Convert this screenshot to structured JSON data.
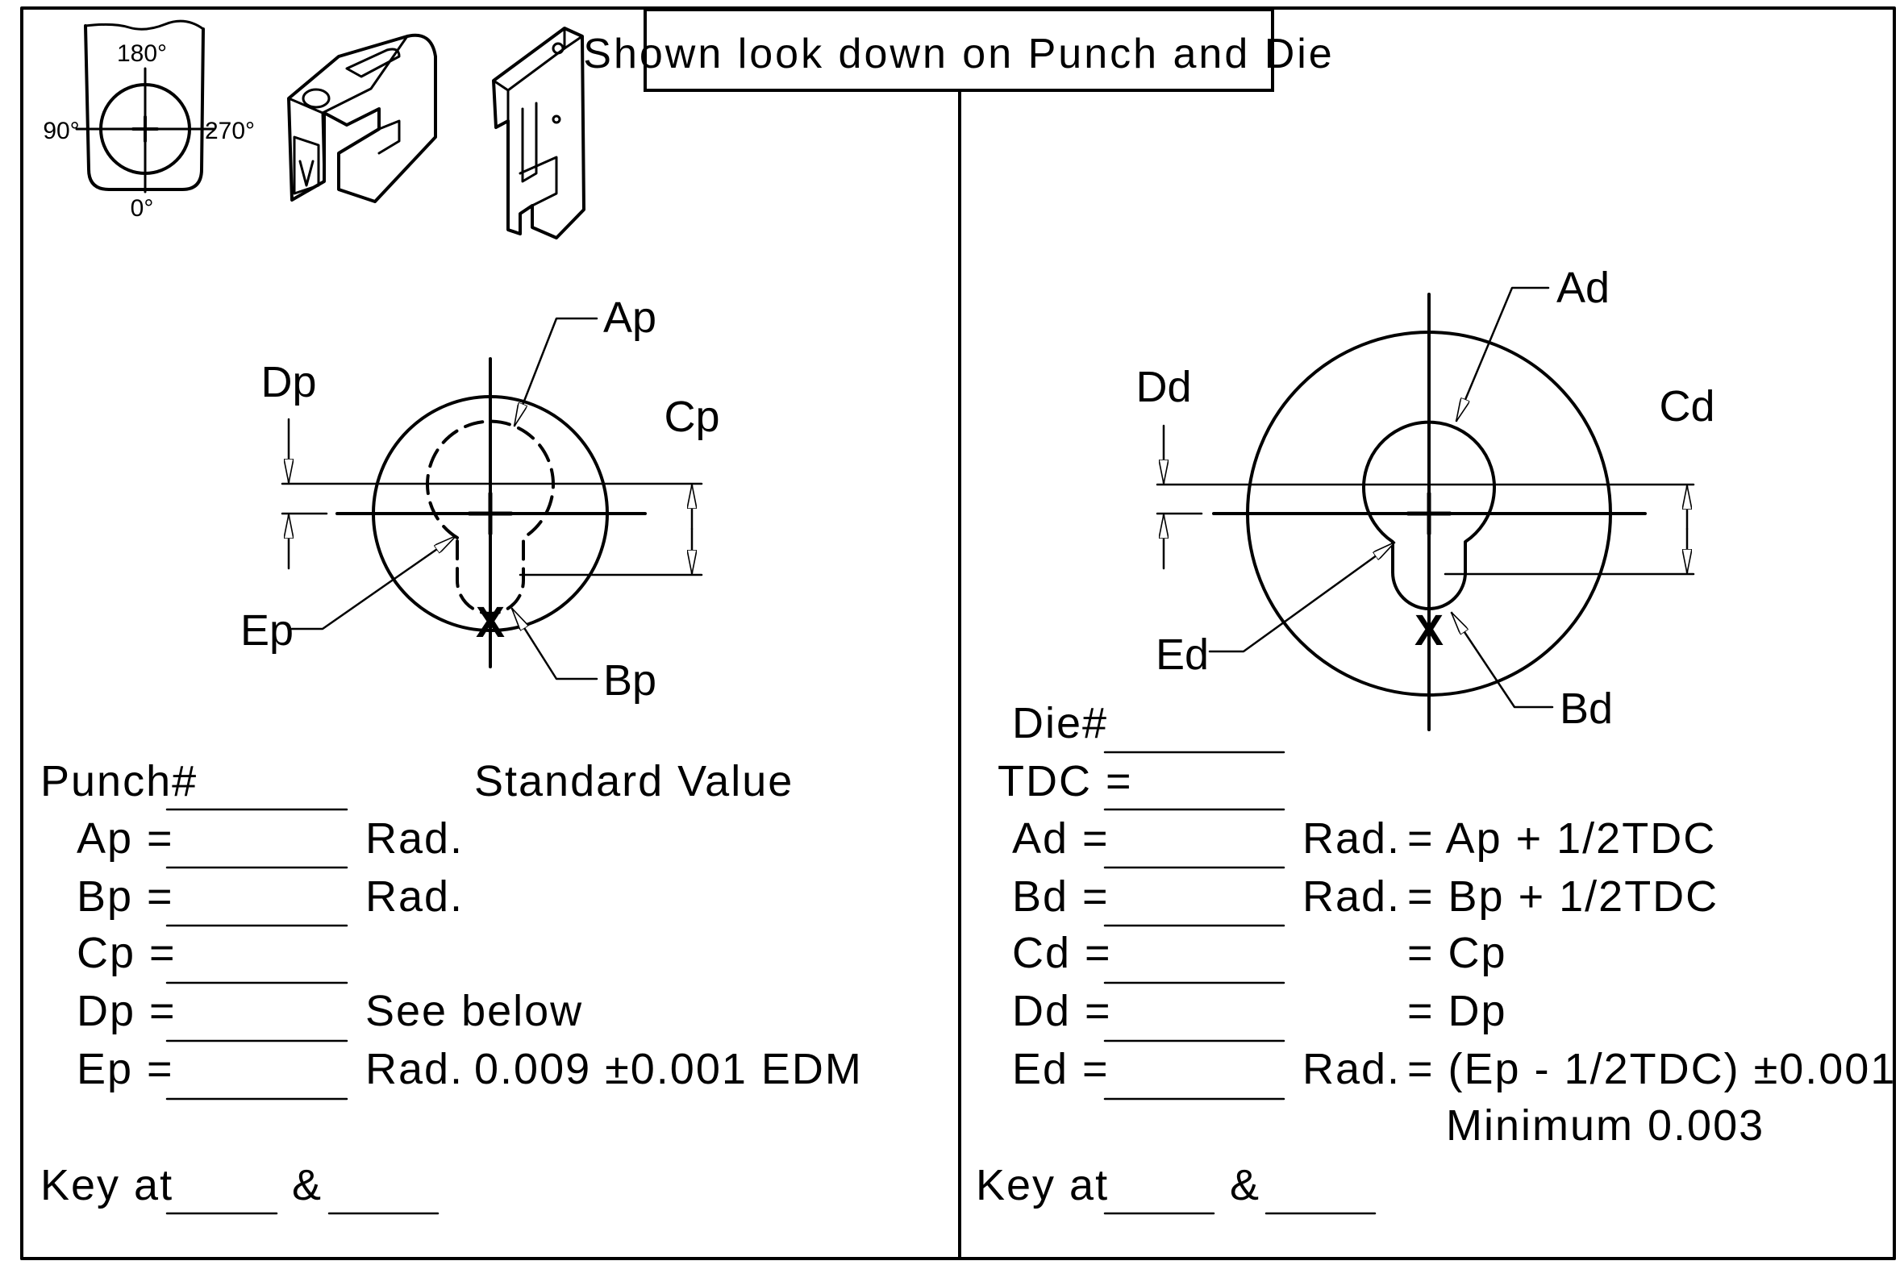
{
  "title": "Shown look down on Punch and Die",
  "orientation_key": {
    "top": "180°",
    "left": "90°",
    "right": "270°",
    "bottom": "0°"
  },
  "punch": {
    "labels": {
      "a": "Ap",
      "b": "Bp",
      "c": "Cp",
      "d": "Dp",
      "e": "Ep",
      "key_mark": "X"
    },
    "form": {
      "number_label": "Punch#",
      "standard_header": "Standard Value",
      "rows": [
        {
          "name": "Ap =",
          "unit": "Rad.",
          "standard": ""
        },
        {
          "name": "Bp =",
          "unit": "Rad.",
          "standard": ""
        },
        {
          "name": "Cp =",
          "unit": "",
          "standard": ""
        },
        {
          "name": "Dp =",
          "unit": "See below",
          "standard": ""
        },
        {
          "name": "Ep =",
          "unit": "Rad.",
          "standard": "0.009 ±0.001 EDM"
        }
      ],
      "key_label": "Key at",
      "key_sep": "&"
    }
  },
  "die": {
    "labels": {
      "a": "Ad",
      "b": "Bd",
      "c": "Cd",
      "d": "Dd",
      "e": "Ed",
      "key_mark": "X"
    },
    "form": {
      "number_label": "Die#",
      "tdc_label": "TDC =",
      "rows": [
        {
          "name": "Ad =",
          "unit": "Rad.",
          "formula": "= Ap + 1/2TDC"
        },
        {
          "name": "Bd =",
          "unit": "Rad.",
          "formula": "= Bp + 1/2TDC"
        },
        {
          "name": "Cd =",
          "unit": "",
          "formula": "= Cp"
        },
        {
          "name": "Dd =",
          "unit": "",
          "formula": "= Dp"
        },
        {
          "name": "Ed =",
          "unit": "Rad.",
          "formula": "= (Ep - 1/2TDC) ±0.001"
        }
      ],
      "note": "Minimum 0.003",
      "key_label": "Key at",
      "key_sep": "&"
    }
  }
}
